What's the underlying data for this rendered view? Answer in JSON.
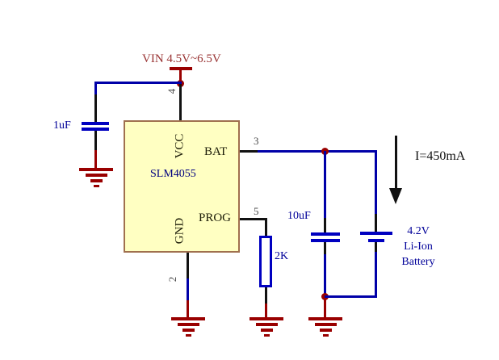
{
  "diagram": {
    "power_label": "VIN 4.5V~6.5V",
    "current_label": "I=450mA",
    "ic": {
      "part_number": "SLM4055",
      "pins": {
        "vcc": {
          "name": "VCC",
          "number": "4"
        },
        "bat": {
          "name": "BAT",
          "number": "3"
        },
        "gnd": {
          "name": "GND",
          "number": "2"
        },
        "prog": {
          "name": "PROG",
          "number": "5"
        }
      }
    },
    "capacitors": {
      "input": {
        "value": "1uF"
      },
      "output": {
        "value": "10uF"
      }
    },
    "resistor": {
      "value": "2K"
    },
    "battery": {
      "line1": "4.2V",
      "line2": "Li-Ion",
      "line3": "Battery"
    }
  },
  "colors": {
    "wire": "#0000A8",
    "component": "#0000C0",
    "stub": "#111111",
    "ground": "#990000",
    "ic_fill": "#FFFFC2",
    "ic_border": "#A0704E",
    "label_red": "#993333",
    "label_blue": "#000099",
    "part_color": "#000080",
    "pin_name": "#1c1c08",
    "pin_number": "#4d4d4d",
    "text_black": "#111111"
  }
}
